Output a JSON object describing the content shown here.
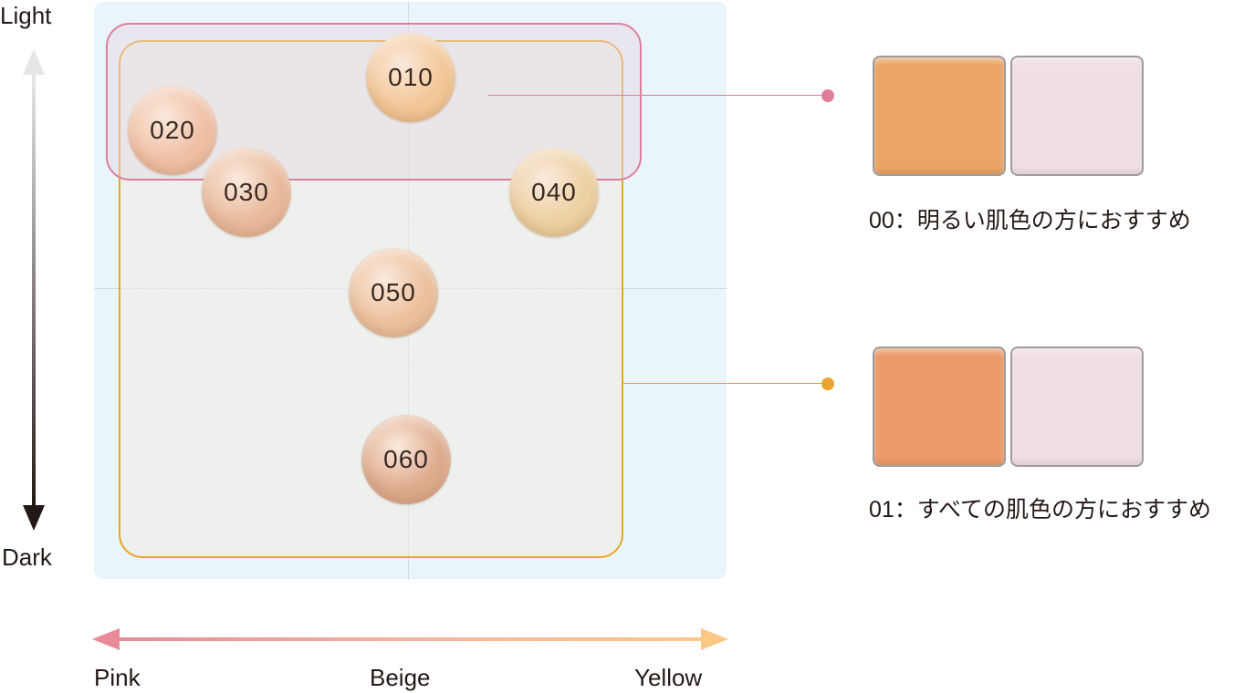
{
  "vertical_axis": {
    "top_label": "Light",
    "bottom_label": "Dark"
  },
  "horizontal_axis": {
    "left_label": "Pink",
    "center_label": "Beige",
    "right_label": "Yellow"
  },
  "shades": [
    {
      "code": "010",
      "color": "#f2c695"
    },
    {
      "code": "020",
      "color": "#efbfa4"
    },
    {
      "code": "030",
      "color": "#e8b99b"
    },
    {
      "code": "040",
      "color": "#ecd0a0"
    },
    {
      "code": "050",
      "color": "#ebc09c"
    },
    {
      "code": "060",
      "color": "#deaa8c"
    }
  ],
  "groups": [
    {
      "id": "00",
      "label": "00：明るい肌色の方におすすめ",
      "outline_color": "#de7f9a",
      "swatch_colors": [
        "#eba465",
        "#f0dee6"
      ]
    },
    {
      "id": "01",
      "label": "01：すべての肌色の方におすすめ",
      "outline_color": "#e8a42e",
      "swatch_colors": [
        "#ec9a67",
        "#f0dee6"
      ]
    }
  ],
  "colors": {
    "axis_light": "#e6e6e6",
    "axis_dark": "#231815",
    "pink": "#e88a98",
    "yellow": "#fcc886",
    "panel": "#e9f4fb"
  }
}
